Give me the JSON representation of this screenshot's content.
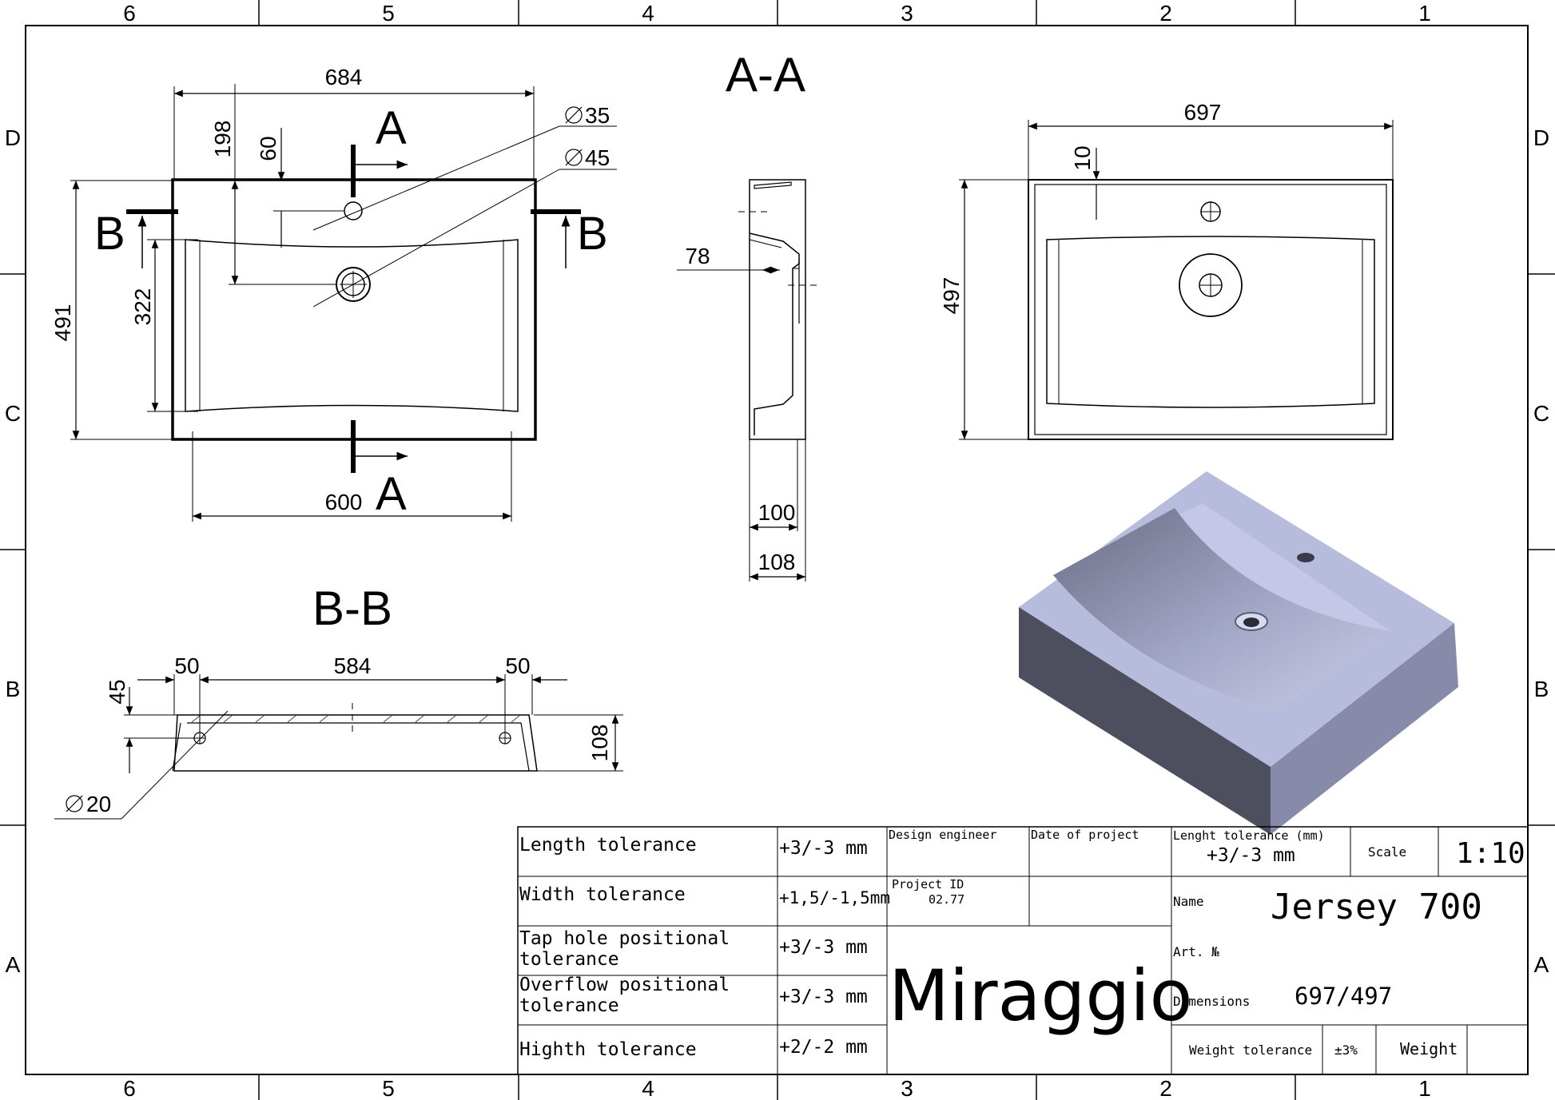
{
  "frame": {
    "columns": [
      "6",
      "5",
      "4",
      "3",
      "2",
      "1"
    ],
    "rows": [
      "D",
      "C",
      "B",
      "A"
    ]
  },
  "section_labels": {
    "aa": "A-A",
    "bb": "B-B",
    "cut_a": "A",
    "cut_b": "B"
  },
  "top_view": {
    "width_outer": "684",
    "width_bowl": "600",
    "height_outer": "491",
    "height_bowl": "322",
    "tap_offset": "60",
    "drain_offset": "198",
    "tap_hole_dia": "35",
    "drain_dia": "45"
  },
  "section_aa": {
    "depth_bowl": "78",
    "height_inner": "100",
    "height_outer": "108"
  },
  "section_bb": {
    "left_margin": "50",
    "span": "584",
    "right_margin": "50",
    "top_offset": "45",
    "height": "108",
    "hole_dia": "20"
  },
  "front_view": {
    "width": "697",
    "height": "497",
    "rim": "10"
  },
  "title_block": {
    "tolerances": [
      {
        "label": "Length tolerance",
        "value": "+3/-3 mm"
      },
      {
        "label": "Width tolerance",
        "value": "+1,5/-1,5mm"
      },
      {
        "label": "Tap hole positional tolerance",
        "value": "+3/-3 mm"
      },
      {
        "label": "Overflow positional tolerance",
        "value": "+3/-3 mm"
      },
      {
        "label": "Highth tolerance",
        "value": "+2/-2 mm"
      }
    ],
    "design_engineer_label": "Design engineer",
    "date_label": "Date of project",
    "project_id_label": "Project ID",
    "project_id": "02.77",
    "brand": "Miraggio",
    "length_tol_label": "Lenght tolerance (mm)",
    "length_tol_value": "+3/-3 mm",
    "scale_label": "Scale",
    "scale_value": "1:10",
    "name_label": "Name",
    "name_value": "Jersey 700",
    "art_label": "Art. №",
    "dimensions_label": "Dimensions",
    "dimensions_value": "697/497",
    "weight_tol_label": "Weight tolerance",
    "weight_tol_value": "±3%",
    "weight_label": "Weight"
  },
  "colors": {
    "render_top": "#b9bedd",
    "render_side": "#7e81a0",
    "render_dark": "#4b4c5a"
  }
}
